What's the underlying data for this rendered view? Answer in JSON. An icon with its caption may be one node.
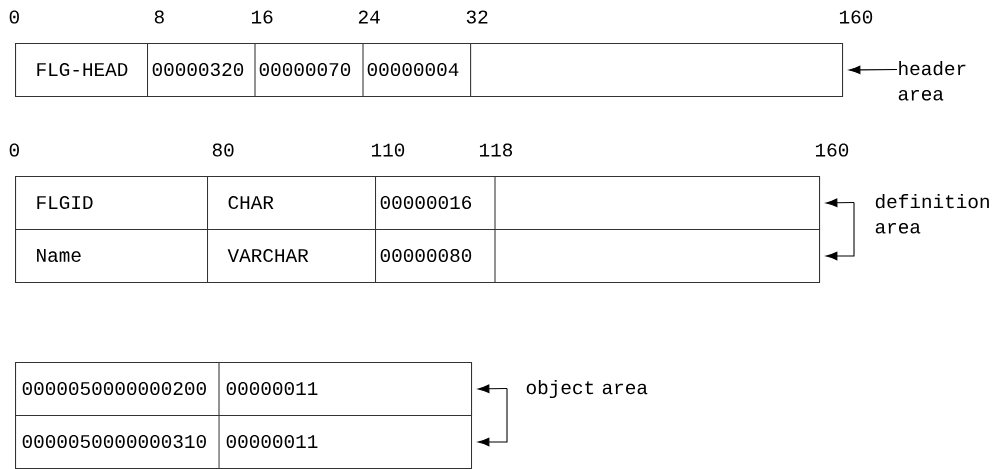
{
  "diagram": {
    "nodes": [
      {
        "text": [
          "FLG-HEAD",
          "00000320",
          "00000070",
          "00000004"
        ]
      },
      {
        "text": [
          "header area"
        ]
      },
      {
        "text": [
          "FLGID",
          "CHAR",
          "00000016"
        ]
      },
      {
        "text": [
          "Name",
          "VARCHAR",
          "00000080"
        ]
      },
      {
        "text": [
          "definition area"
        ]
      },
      {
        "text": [
          "0000050000000200",
          "00000011"
        ]
      },
      {
        "text": [
          "0000050000000310",
          "00000011"
        ]
      },
      {
        "text": [
          "object area"
        ]
      }
    ],
    "edges": [
      {
        "from": 1,
        "to": 0,
        "arrow": "to"
      },
      {
        "from": 4,
        "to": 2,
        "arrow": "to"
      },
      {
        "from": 4,
        "to": 3,
        "arrow": "to"
      },
      {
        "from": 7,
        "to": 5,
        "arrow": "to"
      },
      {
        "from": 7,
        "to": 6,
        "arrow": "to"
      }
    ],
    "labels": [
      "0",
      "8",
      "16",
      "24",
      "32",
      "160",
      "0",
      "80",
      "110",
      "118",
      "160"
    ]
  }
}
